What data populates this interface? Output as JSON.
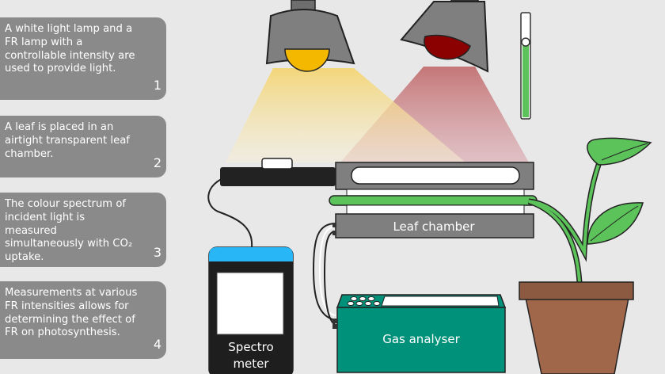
{
  "steps": [
    {
      "text": "A white light lamp and a FR lamp with a controllable intensity are used to provide light.",
      "number": "1"
    },
    {
      "text": "A leaf is placed in an airtight transparent leaf chamber.",
      "number": "2"
    },
    {
      "text": "The colour spectrum of incident light is measured simultaneously with CO₂ uptake.",
      "number": "3"
    },
    {
      "text": "Measurements at various FR intensities allows for determining the effect of FR on photosynthesis.",
      "number": "4"
    }
  ],
  "labels": {
    "leaf_chamber": "Leaf chamber",
    "spectrometer_line1": "Spectro",
    "spectrometer_line2": "meter",
    "gas_analyser": "Gas analyser"
  },
  "fr_intensity_slider": {
    "level": 0.73
  },
  "colors": {
    "background": "#e8e8e8",
    "step_box": "#8a8a8a",
    "white_lamp_light": "#f5c200",
    "fr_lamp_light": "#8b0000",
    "lamp_shade": "#7f7f7f",
    "gas_analyser": "#00917a",
    "spectrometer_top": "#29b6f6",
    "tube_green": "#5cc35a",
    "pot": "#a0674a",
    "leaf": "#5cc35a"
  }
}
